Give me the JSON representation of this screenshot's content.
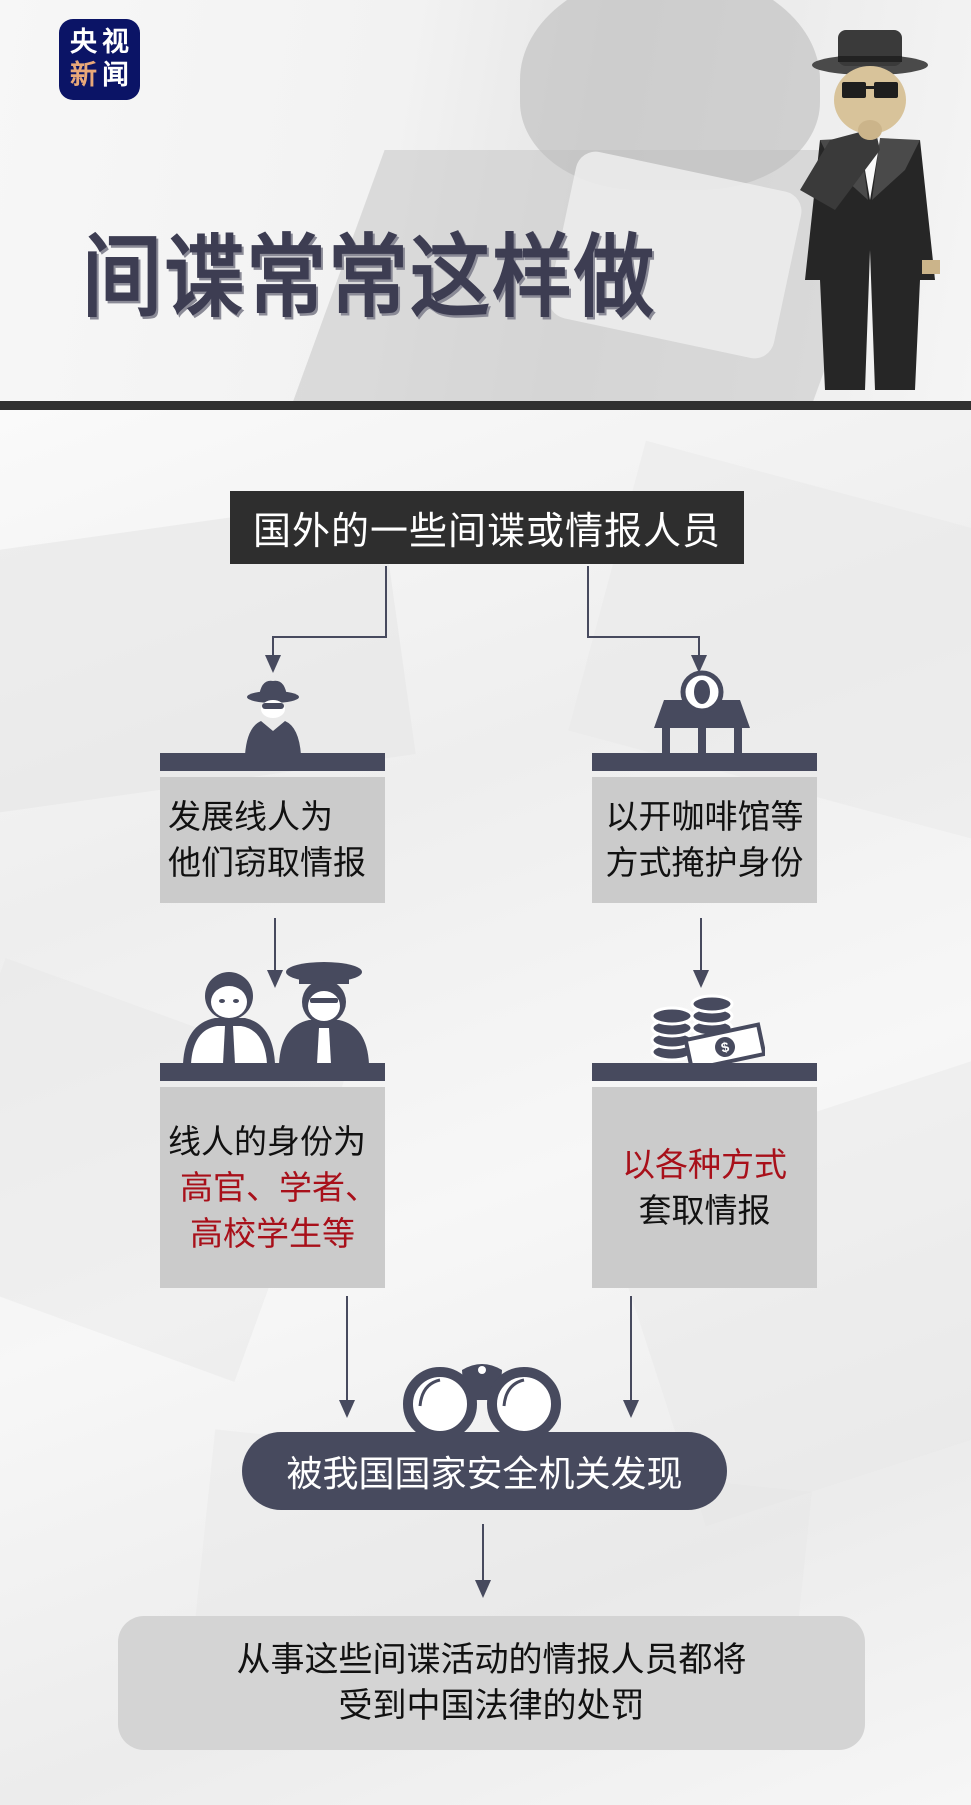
{
  "logo": {
    "chars": [
      "央",
      "视",
      "新",
      "闻"
    ],
    "brand_color": "#0b1466",
    "accent_color": "#e8a879"
  },
  "header": {
    "title": "间谍常常这样做"
  },
  "flow": {
    "source": "国外的一些间谍或情报人员",
    "left": {
      "step1": {
        "icon": "spy-icon",
        "lines": [
          "发展线人为",
          "他们窃取情报"
        ]
      },
      "step2": {
        "icon": "informants-icon",
        "line1": "线人的身份为",
        "highlight1": "高官、学者、",
        "highlight2": "高校学生等"
      }
    },
    "right": {
      "step1": {
        "icon": "coffee-shop-icon",
        "lines": [
          "以开咖啡馆等",
          "方式掩护身份"
        ]
      },
      "step2": {
        "icon": "money-icon",
        "highlight": "以各种方式",
        "line2": "套取情报"
      }
    },
    "discovery": {
      "icon": "binoculars-icon",
      "label": "被我国国家安全机关发现"
    },
    "conclusion": {
      "lines": [
        "从事这些间谍活动的情报人员都将",
        "受到中国法律的处罚"
      ]
    }
  },
  "colors": {
    "dark_slate": "#474a5e",
    "card_grey": "#cbcbcb",
    "highlight_red": "#a8101a",
    "title": "#3d3d52"
  }
}
